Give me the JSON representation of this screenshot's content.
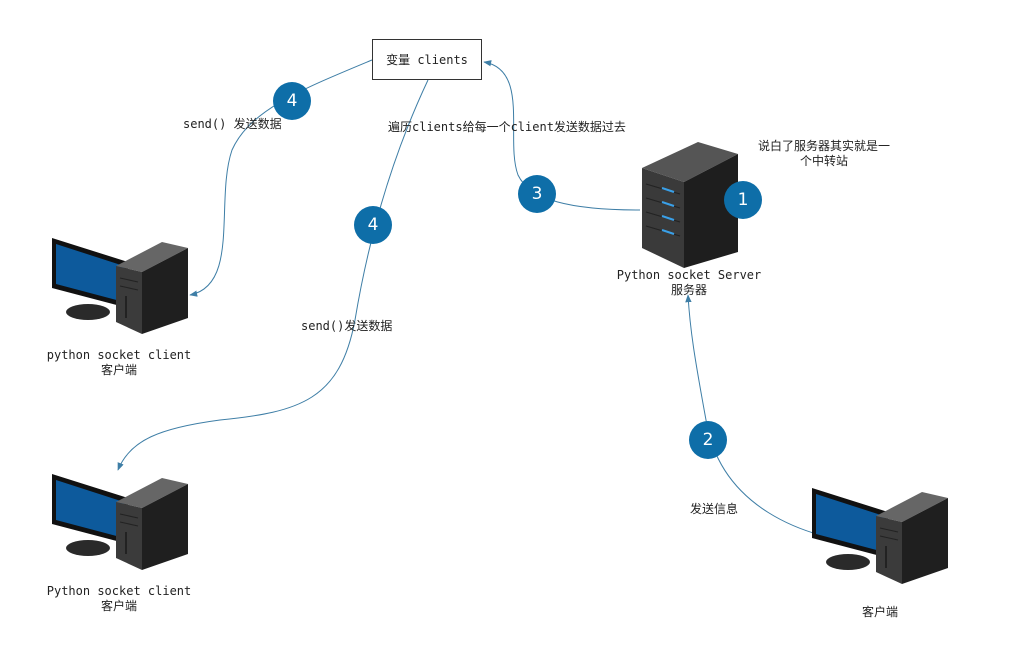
{
  "diagram": {
    "variable_box": {
      "label": "变量 clients"
    },
    "server": {
      "label_line1": "Python socket Server",
      "label_line2": "服务器"
    },
    "clients": [
      {
        "label_line1": "python socket client",
        "label_line2": "客户端"
      },
      {
        "label_line1": "Python socket client",
        "label_line2": "客户端"
      },
      {
        "label_line1": "",
        "label_line2": "客户端"
      }
    ],
    "steps": [
      {
        "number": "1"
      },
      {
        "number": "2"
      },
      {
        "number": "3"
      },
      {
        "number": "4"
      },
      {
        "number": "4"
      }
    ],
    "annotations": {
      "relay_note_line1": "说白了服务器其实就是一",
      "relay_note_line2": "个中转站",
      "send_message": "发送信息",
      "iterate_clients": "遍历clients给每一个client发送数据过去",
      "send_data_1": "send() 发送数据",
      "send_data_2": "send()发送数据"
    },
    "colors": {
      "connector": "#3e7ea6",
      "badge": "#0e6ea8",
      "monitor_screen": "#0d5a9c",
      "server_led": "#3aa0e8"
    }
  }
}
